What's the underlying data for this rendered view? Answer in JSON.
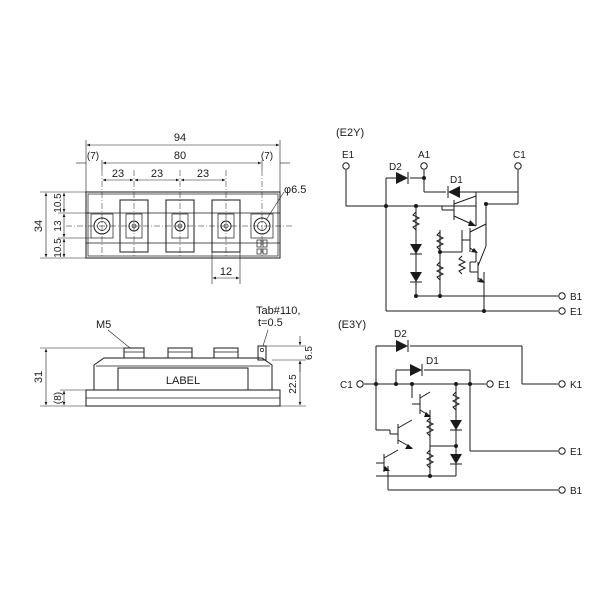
{
  "top_view": {
    "overall_width": "94",
    "hole_span": "80",
    "edge_left": "(7)",
    "edge_right": "(7)",
    "pitch_1": "23",
    "pitch_2": "23",
    "pitch_3": "23",
    "height_total": "34",
    "height_top": "10.5",
    "height_mid": "13",
    "height_bottom": "10.5",
    "hole_diameter": "φ6.5",
    "terminal_width": "12"
  },
  "side_view": {
    "screw_label": "M5",
    "tab_label_line1": "Tab#110,",
    "tab_label_line2": "t=0.5",
    "body_label": "LABEL",
    "height_total": "31",
    "height_base": "(8)",
    "height_terminal": "6.5",
    "height_body": "22.5"
  },
  "circuit_e2y": {
    "title": "(E2Y)",
    "e1_top": "E1",
    "a1": "A1",
    "c1": "C1",
    "d2": "D2",
    "d1": "D1",
    "b1": "B1",
    "e1_out": "E1"
  },
  "circuit_e3y": {
    "title": "(E3Y)",
    "d2": "D2",
    "d1": "D1",
    "c1": "C1",
    "e1_mid": "E1",
    "k1": "K1",
    "e1_out": "E1",
    "b1": "B1"
  }
}
